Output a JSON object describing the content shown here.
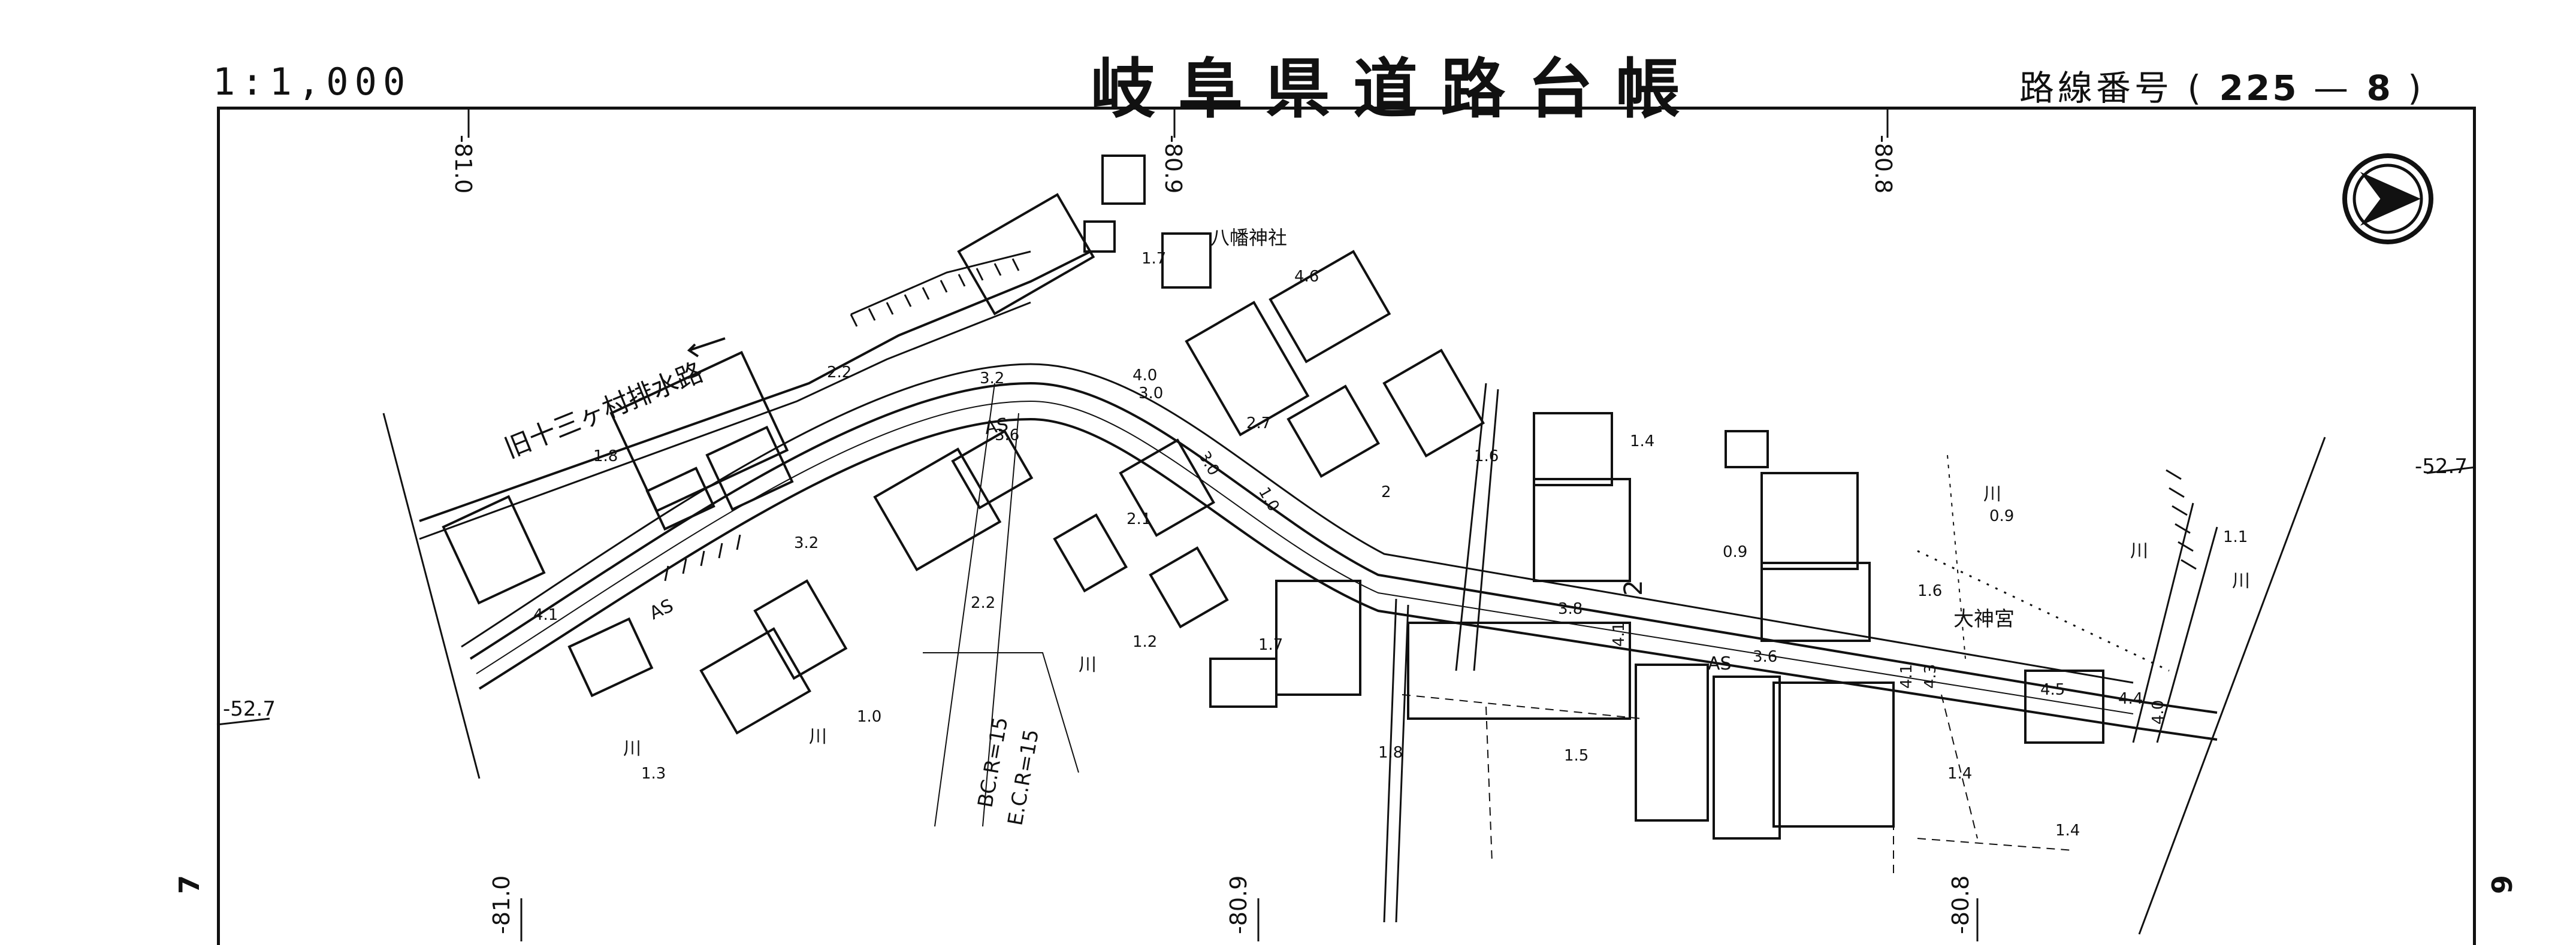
{
  "header": {
    "scale": "1:1,000",
    "title": "岐阜県道路台帳",
    "route_label": "路線番号",
    "route_open": "(",
    "route_number": "225",
    "route_dash": "—",
    "route_section": "8",
    "route_close": ")"
  },
  "map": {
    "grid_labels": {
      "top_left": "-81.0",
      "top_mid": "-80.9",
      "top_right": "-80.8",
      "bottom_left": "-81.0",
      "bottom_mid": "-80.9",
      "bottom_right": "-80.8",
      "left_edge": "-52.7",
      "right_edge": "-52.7"
    },
    "place_labels": {
      "drainage_channel": "旧十三ヶ村排水路",
      "shrine_hachiman": "八幡神社",
      "shrine_ogamigu": "大神宮",
      "curve_bc": "BC.R=15",
      "curve_ec": "E.C.R=15",
      "route_sign": "2"
    },
    "road_labels": [
      "AS",
      "AS",
      "AS"
    ],
    "elevations": [
      "2.2",
      "1.8",
      "4.1",
      "1.7",
      "3.6",
      "4.6",
      "2.7",
      "2.1",
      "2.2",
      "1.2",
      "1.7",
      "1.0",
      "1.3",
      "1.8",
      "1.5",
      "1.6",
      "1.4",
      "0.9",
      "0.9",
      "1.6",
      "1.1",
      "1.4",
      "1.4",
      "3.2",
      "3.2",
      "4.0",
      "3.8",
      "3.6",
      "4.5",
      "4.4",
      "2"
    ],
    "widths": [
      "3.0",
      "3.0",
      "1.0",
      "4.1",
      "4.3",
      "4.1",
      "4.0"
    ],
    "land_symbols": [
      "川",
      "川",
      "川",
      "川",
      "川",
      "川"
    ]
  },
  "side_marks": {
    "left": "7",
    "right": "9"
  }
}
